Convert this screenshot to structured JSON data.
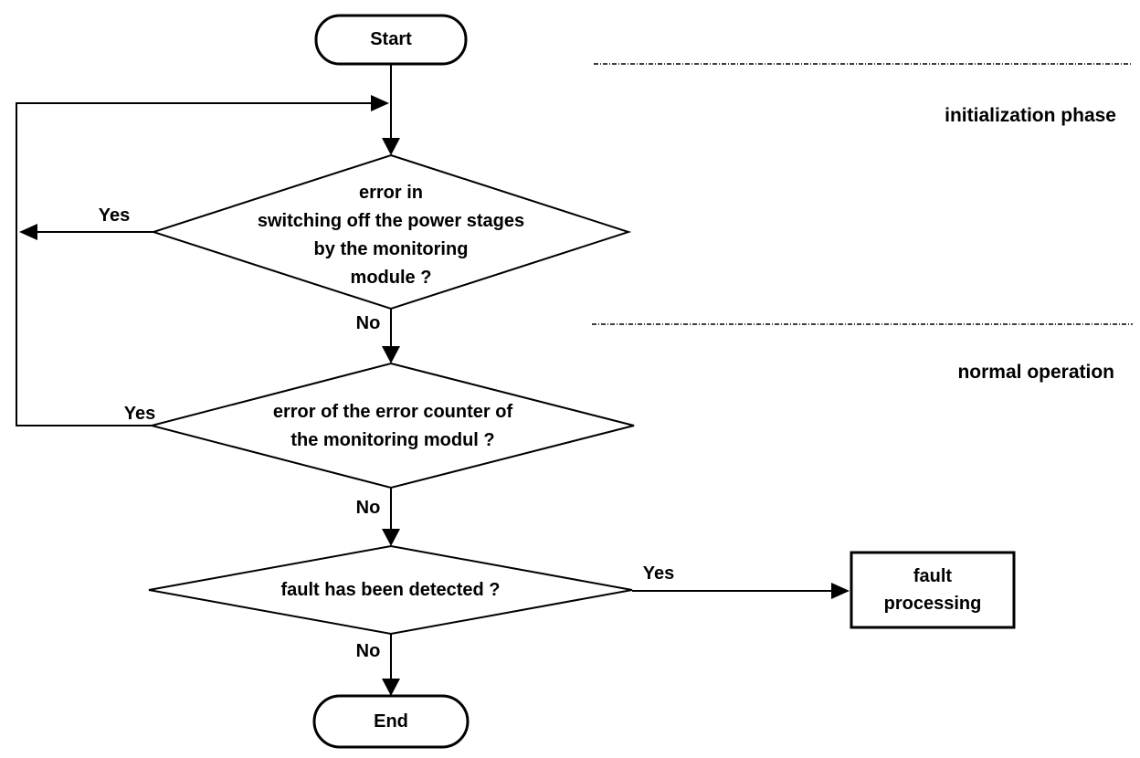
{
  "flowchart": {
    "nodes": {
      "start": {
        "label": "Start"
      },
      "decision_power_stages": {
        "label": "error in\nswitching off the power stages\nby the monitoring\nmodule ?"
      },
      "decision_error_counter": {
        "label": "error of the error counter of\nthe monitoring modul ?"
      },
      "decision_fault_detected": {
        "label": "fault has been detected ?"
      },
      "fault_processing": {
        "label": "fault\nprocessing"
      },
      "end": {
        "label": "End"
      }
    },
    "edges": {
      "d1_yes": "Yes",
      "d1_no": "No",
      "d2_yes": "Yes",
      "d2_no": "No",
      "d3_yes": "Yes",
      "d3_no": "No"
    },
    "phases": {
      "initialization": "initialization phase",
      "normal_operation": "normal operation"
    },
    "colors": {
      "stroke": "#000000",
      "background": "#ffffff"
    }
  }
}
